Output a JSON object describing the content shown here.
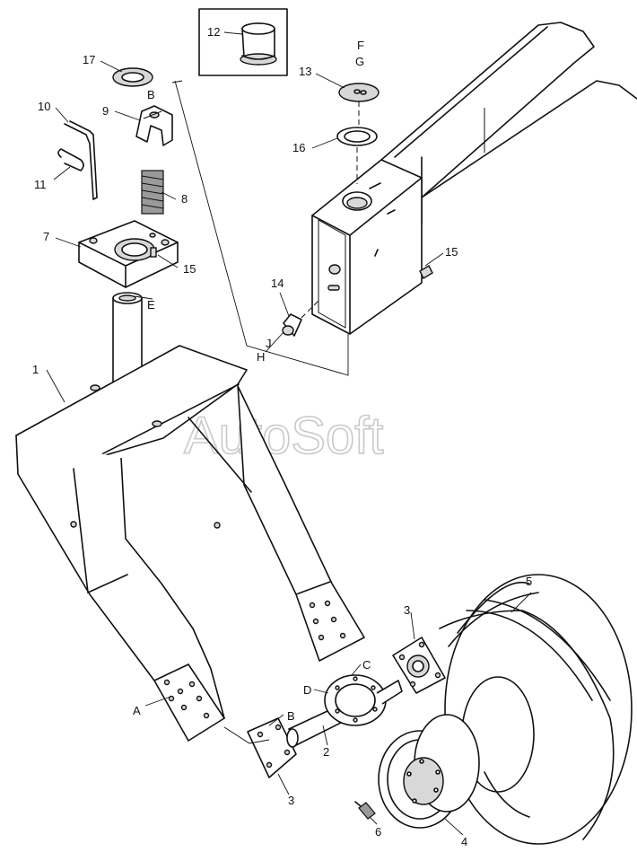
{
  "watermark": "AutoSoft",
  "callouts": {
    "c1": "1",
    "c2": "2",
    "c3a": "3",
    "c3b": "3",
    "c4": "4",
    "c5": "5",
    "c6": "6",
    "c7": "7",
    "c8": "8",
    "c9": "9",
    "c10": "10",
    "c11": "11",
    "c12": "12",
    "c13": "13",
    "c14": "14",
    "c15a": "15",
    "c15b": "15",
    "c16": "16",
    "c17": "17"
  },
  "letters": {
    "A": "A",
    "B1": "B",
    "B2": "B",
    "C": "C",
    "D": "D",
    "E": "E",
    "F": "F",
    "G": "G",
    "H": "H",
    "J": "J"
  }
}
